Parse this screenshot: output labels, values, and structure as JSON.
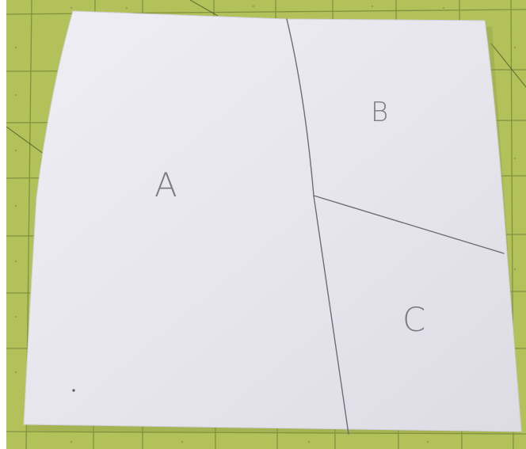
{
  "scene": {
    "mat_color": "#b3c15a",
    "mat_grid_color": "#5a6b2a",
    "paper_color": "#e9e8ef",
    "paper_shadow_color": "#d9d8df",
    "pencil_color": "#6d6d78"
  },
  "paper": {
    "regions": [
      {
        "label": "A"
      },
      {
        "label": "B"
      },
      {
        "label": "C"
      }
    ]
  }
}
